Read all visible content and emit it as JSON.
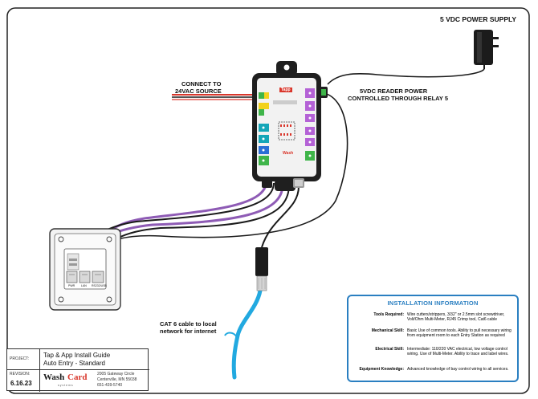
{
  "diagram": {
    "power_supply_label": "5 VDC POWER SUPPLY",
    "source_label_line1": "CONNECT TO",
    "source_label_line2": "24VAC SOURCE",
    "reader_power_line1": "5VDC READER POWER",
    "reader_power_line2": "CONTROLLED  THROUGH RELAY 5",
    "cat6_line1": "CAT 6 cable to local",
    "cat6_line2": "network for internet",
    "controller_brand": "Tapp",
    "controller_footer_brand": "Wash",
    "reader_ports": [
      "PWR",
      "LAN",
      "RS232/USB"
    ]
  },
  "installation_info": {
    "title": "INSTALLATION INFORMATION",
    "rows": [
      {
        "label": "Tools Required:",
        "value": "Wire cutters/strippers,  3/32\" or 2.5mm slot screwdriver, Volt/Ohm Multi-Meter, RJ45 Crimp tool, Cat6 cable"
      },
      {
        "label": "Mechanical Skill:",
        "value": "Basic  Use of common tools.  Ability to pull necessary wiring from equipment room to each Entry Station as required"
      },
      {
        "label": "Electrical Skill:",
        "value": "Intermediate: 110/220 VAC electrical, low voltage control wiring. Use of Multi-Meter. Ability to trace and label wires."
      },
      {
        "label": "Equipment Knowledge:",
        "value": "Advanced   knowledge of bay control wiring to all services."
      }
    ]
  },
  "title_block": {
    "project_label": "PROJECT:",
    "project_line1": "Tap & App Install Guide",
    "project_line2": "Auto Entry - Standard",
    "revision_label": "REVISION:",
    "revision_value": "6.16.23",
    "logo_word1": "Wash",
    "logo_word2": "Card",
    "logo_sub": "s y s t e m s",
    "address_line1": "2005 Gateway Circle",
    "address_line2": "Centerville,  MN  55038",
    "address_line3": "651-439-5740"
  },
  "colors": {
    "accent_blue": "#2a7fc1",
    "wire_purple": "#8e5bb5",
    "wire_black": "#1a1a1a",
    "wire_red": "#d9362b",
    "cable_blue": "#22a9e0",
    "terminal_green": "#3fb54a",
    "terminal_yellow": "#f2d21b",
    "terminal_teal": "#15a6b8",
    "terminal_blue": "#2b6fd6",
    "terminal_purple": "#b462d6",
    "logo_red": "#d9362b"
  }
}
